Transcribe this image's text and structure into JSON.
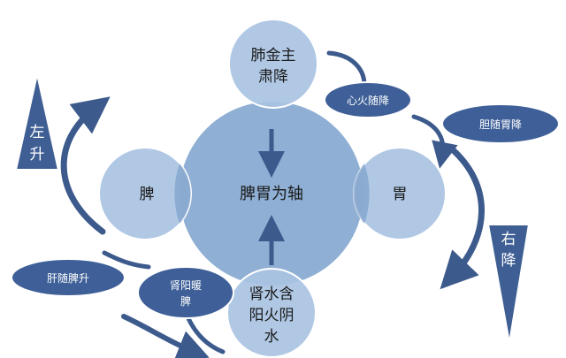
{
  "nodes": {
    "lung": {
      "line1": "肺金主",
      "line2": "肃降"
    },
    "center": {
      "label": "脾胃为轴"
    },
    "spleen": {
      "label": "脾"
    },
    "stomach": {
      "label": "胃"
    },
    "kidney": {
      "line1": "肾水含",
      "line2": "阳火阴",
      "line3": "水"
    }
  },
  "ellipses": {
    "heart_fire": "心火随降",
    "gallbladder": "胆随胃降",
    "liver": "肝随脾升",
    "kidney_yang": {
      "line1": "肾阳暖",
      "line2": "脾"
    }
  },
  "triangles": {
    "left": {
      "char1": "左",
      "char2": "升"
    },
    "right": {
      "char1": "右",
      "char2": "降"
    }
  },
  "colors": {
    "big_circle": "#8fafd4",
    "small_circle": "#a9c3e2",
    "ellipse_fill": "#3e5f97",
    "triangle_fill": "#3f5f94",
    "arrow": "#3c5a8c",
    "outline": "#ffffff"
  }
}
